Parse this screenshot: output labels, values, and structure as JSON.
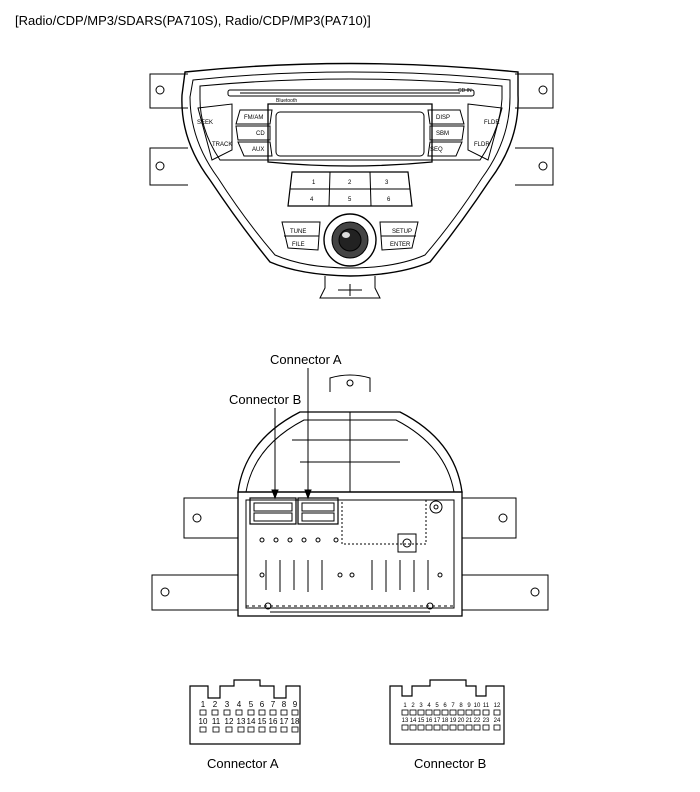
{
  "title": "[Radio/CDP/MP3/SDARS(PA710S), Radio/CDP/MP3(PA710)]",
  "front_panel": {
    "buttons": {
      "seek": "SEEK",
      "track": "TRACK",
      "fm_am": "FM/AM",
      "cd": "CD",
      "aux": "AUX",
      "disp": "DISP",
      "sbm": "SBM",
      "seq": "SEQ",
      "fldr_up": "FLDR",
      "fldr_down": "FLDR",
      "tune": "TUNE",
      "file": "FILE",
      "setup": "SETUP",
      "enter": "ENTER"
    },
    "presets": [
      "1",
      "2",
      "3",
      "4",
      "5",
      "6"
    ],
    "bluetooth": "Bluetooth",
    "disc_label": "CD IN"
  },
  "rear_view": {
    "connector_a_label": "Connector A",
    "connector_b_label": "Connector B"
  },
  "connector_a": {
    "caption": "Connector A",
    "top_pins": [
      "1",
      "2",
      "3",
      "4",
      "5",
      "6",
      "7",
      "8",
      "9"
    ],
    "bottom_pins": [
      "10",
      "11",
      "12",
      "13",
      "14",
      "15",
      "16",
      "17",
      "18"
    ]
  },
  "connector_b": {
    "caption": "Connector B",
    "top_pins": [
      "1",
      "2",
      "3",
      "4",
      "5",
      "6",
      "7",
      "8",
      "9",
      "10",
      "11",
      "12"
    ],
    "bottom_pins": [
      "13",
      "14",
      "15",
      "16",
      "17",
      "18",
      "19",
      "20",
      "21",
      "22",
      "23",
      "24"
    ]
  }
}
